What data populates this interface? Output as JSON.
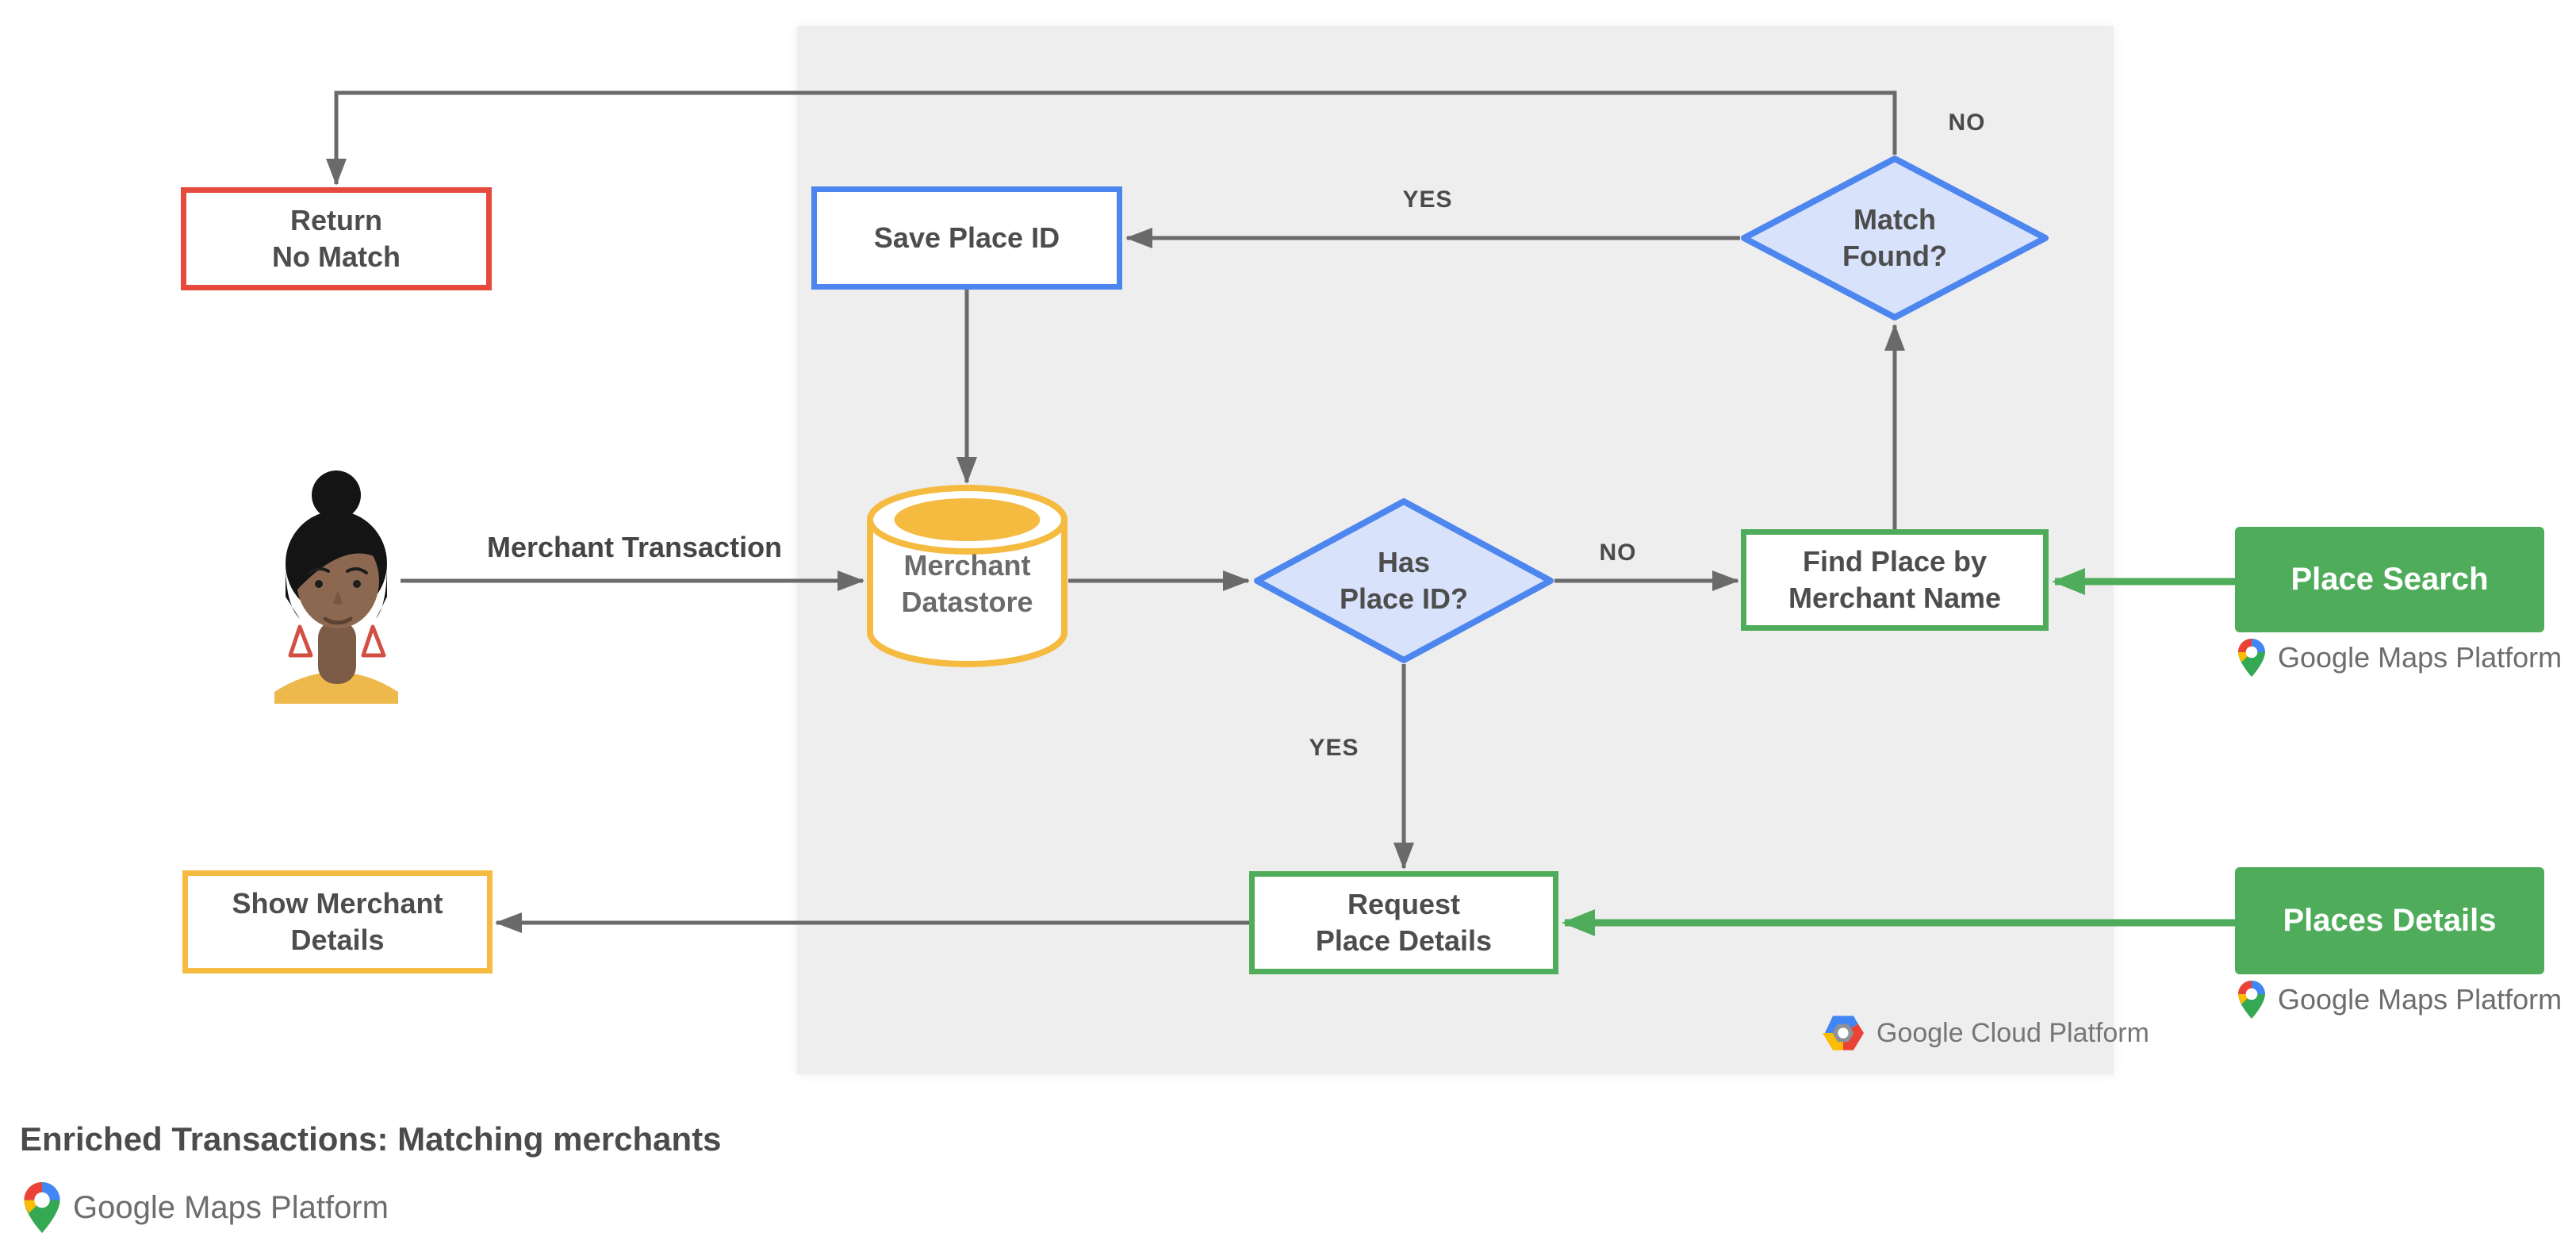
{
  "title": "Enriched Transactions: Matching merchants",
  "nodes": {
    "return_no_match": {
      "label": "Return\nNo Match"
    },
    "save_place_id": {
      "label": "Save Place ID"
    },
    "match_found": {
      "label": "Match\nFound?"
    },
    "merchant_datastore": {
      "label": "Merchant\nDatastore"
    },
    "has_place_id": {
      "label": "Has\nPlace ID?"
    },
    "find_place_by_merchant_name": {
      "label": "Find Place by\nMerchant Name"
    },
    "place_search": {
      "label": "Place Search"
    },
    "request_place_details": {
      "label": "Request\nPlace Details"
    },
    "places_details": {
      "label": "Places Details"
    },
    "show_merchant_details": {
      "label": "Show Merchant\nDetails"
    }
  },
  "edge_labels": {
    "no_match_found": "NO",
    "yes_match_found": "YES",
    "no_has_place_id": "NO",
    "yes_has_place_id": "YES",
    "merchant_transaction": "Merchant Transaction"
  },
  "logos": {
    "google_maps_platform": "Google Maps Platform",
    "google_cloud_platform": "Google Cloud Platform"
  },
  "colors": {
    "red": "#E64A3C",
    "blue": "#4D86EE",
    "diamond_fill": "#D8E2FA",
    "yellow": "#F5BB41",
    "green": "#4FAC5B",
    "connector_gray": "#6A6A6A",
    "panel_gray": "#EEEEEE",
    "label_text": "#4D4D4D"
  }
}
